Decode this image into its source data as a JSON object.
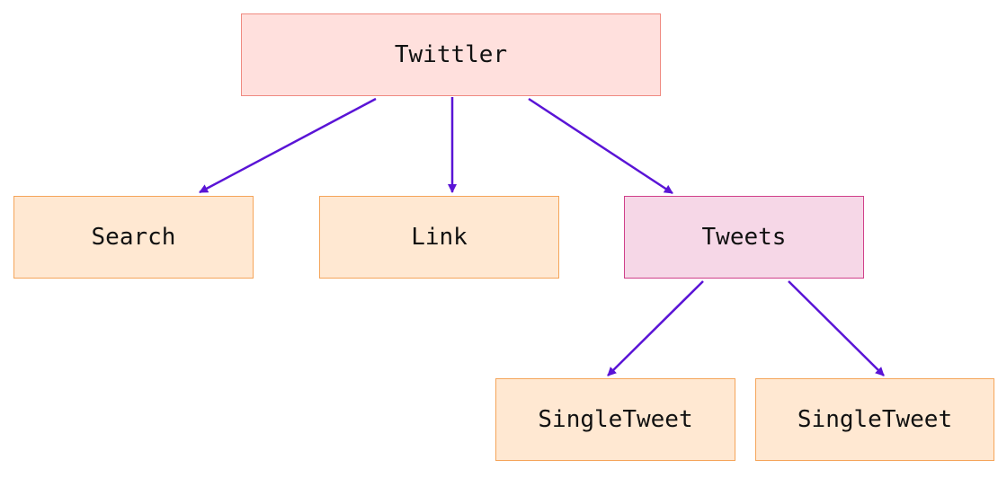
{
  "diagram": {
    "nodes": {
      "twittler": {
        "label": "Twittler"
      },
      "search": {
        "label": "Search"
      },
      "link": {
        "label": "Link"
      },
      "tweets": {
        "label": "Tweets"
      },
      "single_tweet_1": {
        "label": "SingleTweet"
      },
      "single_tweet_2": {
        "label": "SingleTweet"
      }
    },
    "edges": [
      {
        "from": "twittler",
        "to": "search"
      },
      {
        "from": "twittler",
        "to": "link"
      },
      {
        "from": "twittler",
        "to": "tweets"
      },
      {
        "from": "tweets",
        "to": "single_tweet_1"
      },
      {
        "from": "tweets",
        "to": "single_tweet_2"
      }
    ],
    "colors": {
      "edge": "#5a14d6",
      "root_fill": "#ffe0dd",
      "root_border": "#f08a80",
      "component_fill": "#ffe8d2",
      "component_border": "#f5a55a",
      "highlight_fill": "#f6d7e7",
      "highlight_border": "#d0408a"
    }
  }
}
